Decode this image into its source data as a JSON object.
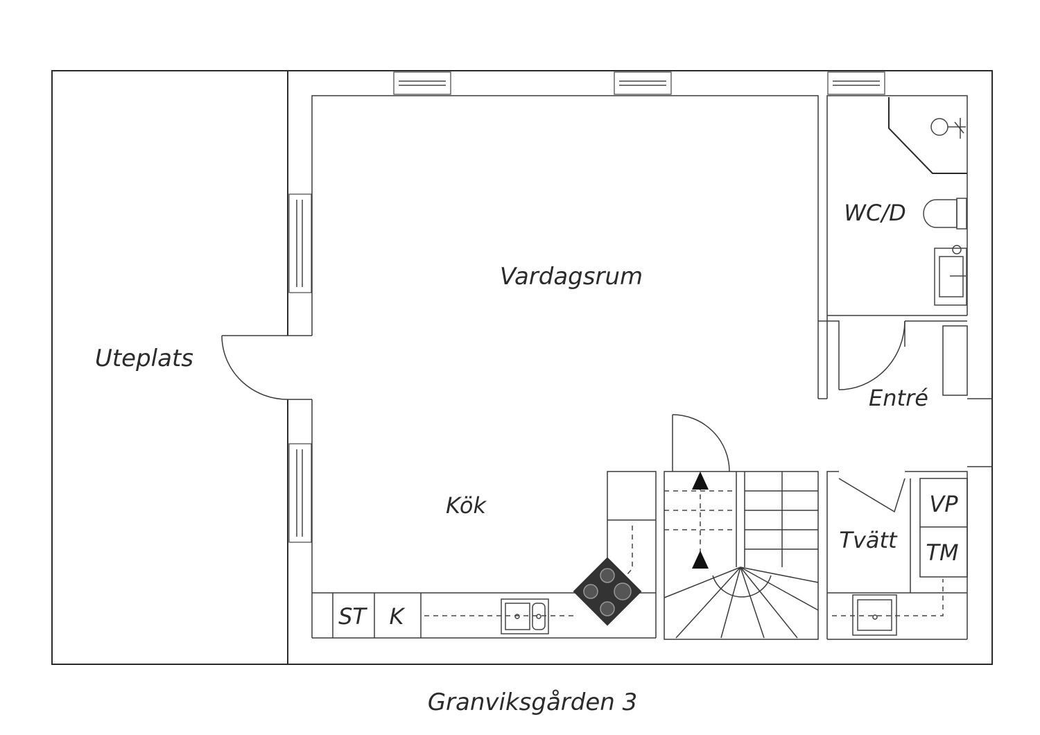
{
  "plan": {
    "caption": "Granviksgården 3",
    "rooms": {
      "patio": "Uteplats",
      "living_room": "Vardagsrum",
      "kitchen": "Kök",
      "wc_shower": "WC/D",
      "entrance": "Entré",
      "laundry": "Tvätt"
    },
    "fixtures": {
      "cabinet_st": "ST",
      "fridge_k": "K",
      "water_heater_vp": "VP",
      "dryer_tm": "TM"
    },
    "icons": [
      "window-icon",
      "door-swing-icon",
      "stairs-icon",
      "stove-icon",
      "sink-icon",
      "toilet-icon",
      "shower-icon",
      "up-arrow-icon"
    ]
  }
}
